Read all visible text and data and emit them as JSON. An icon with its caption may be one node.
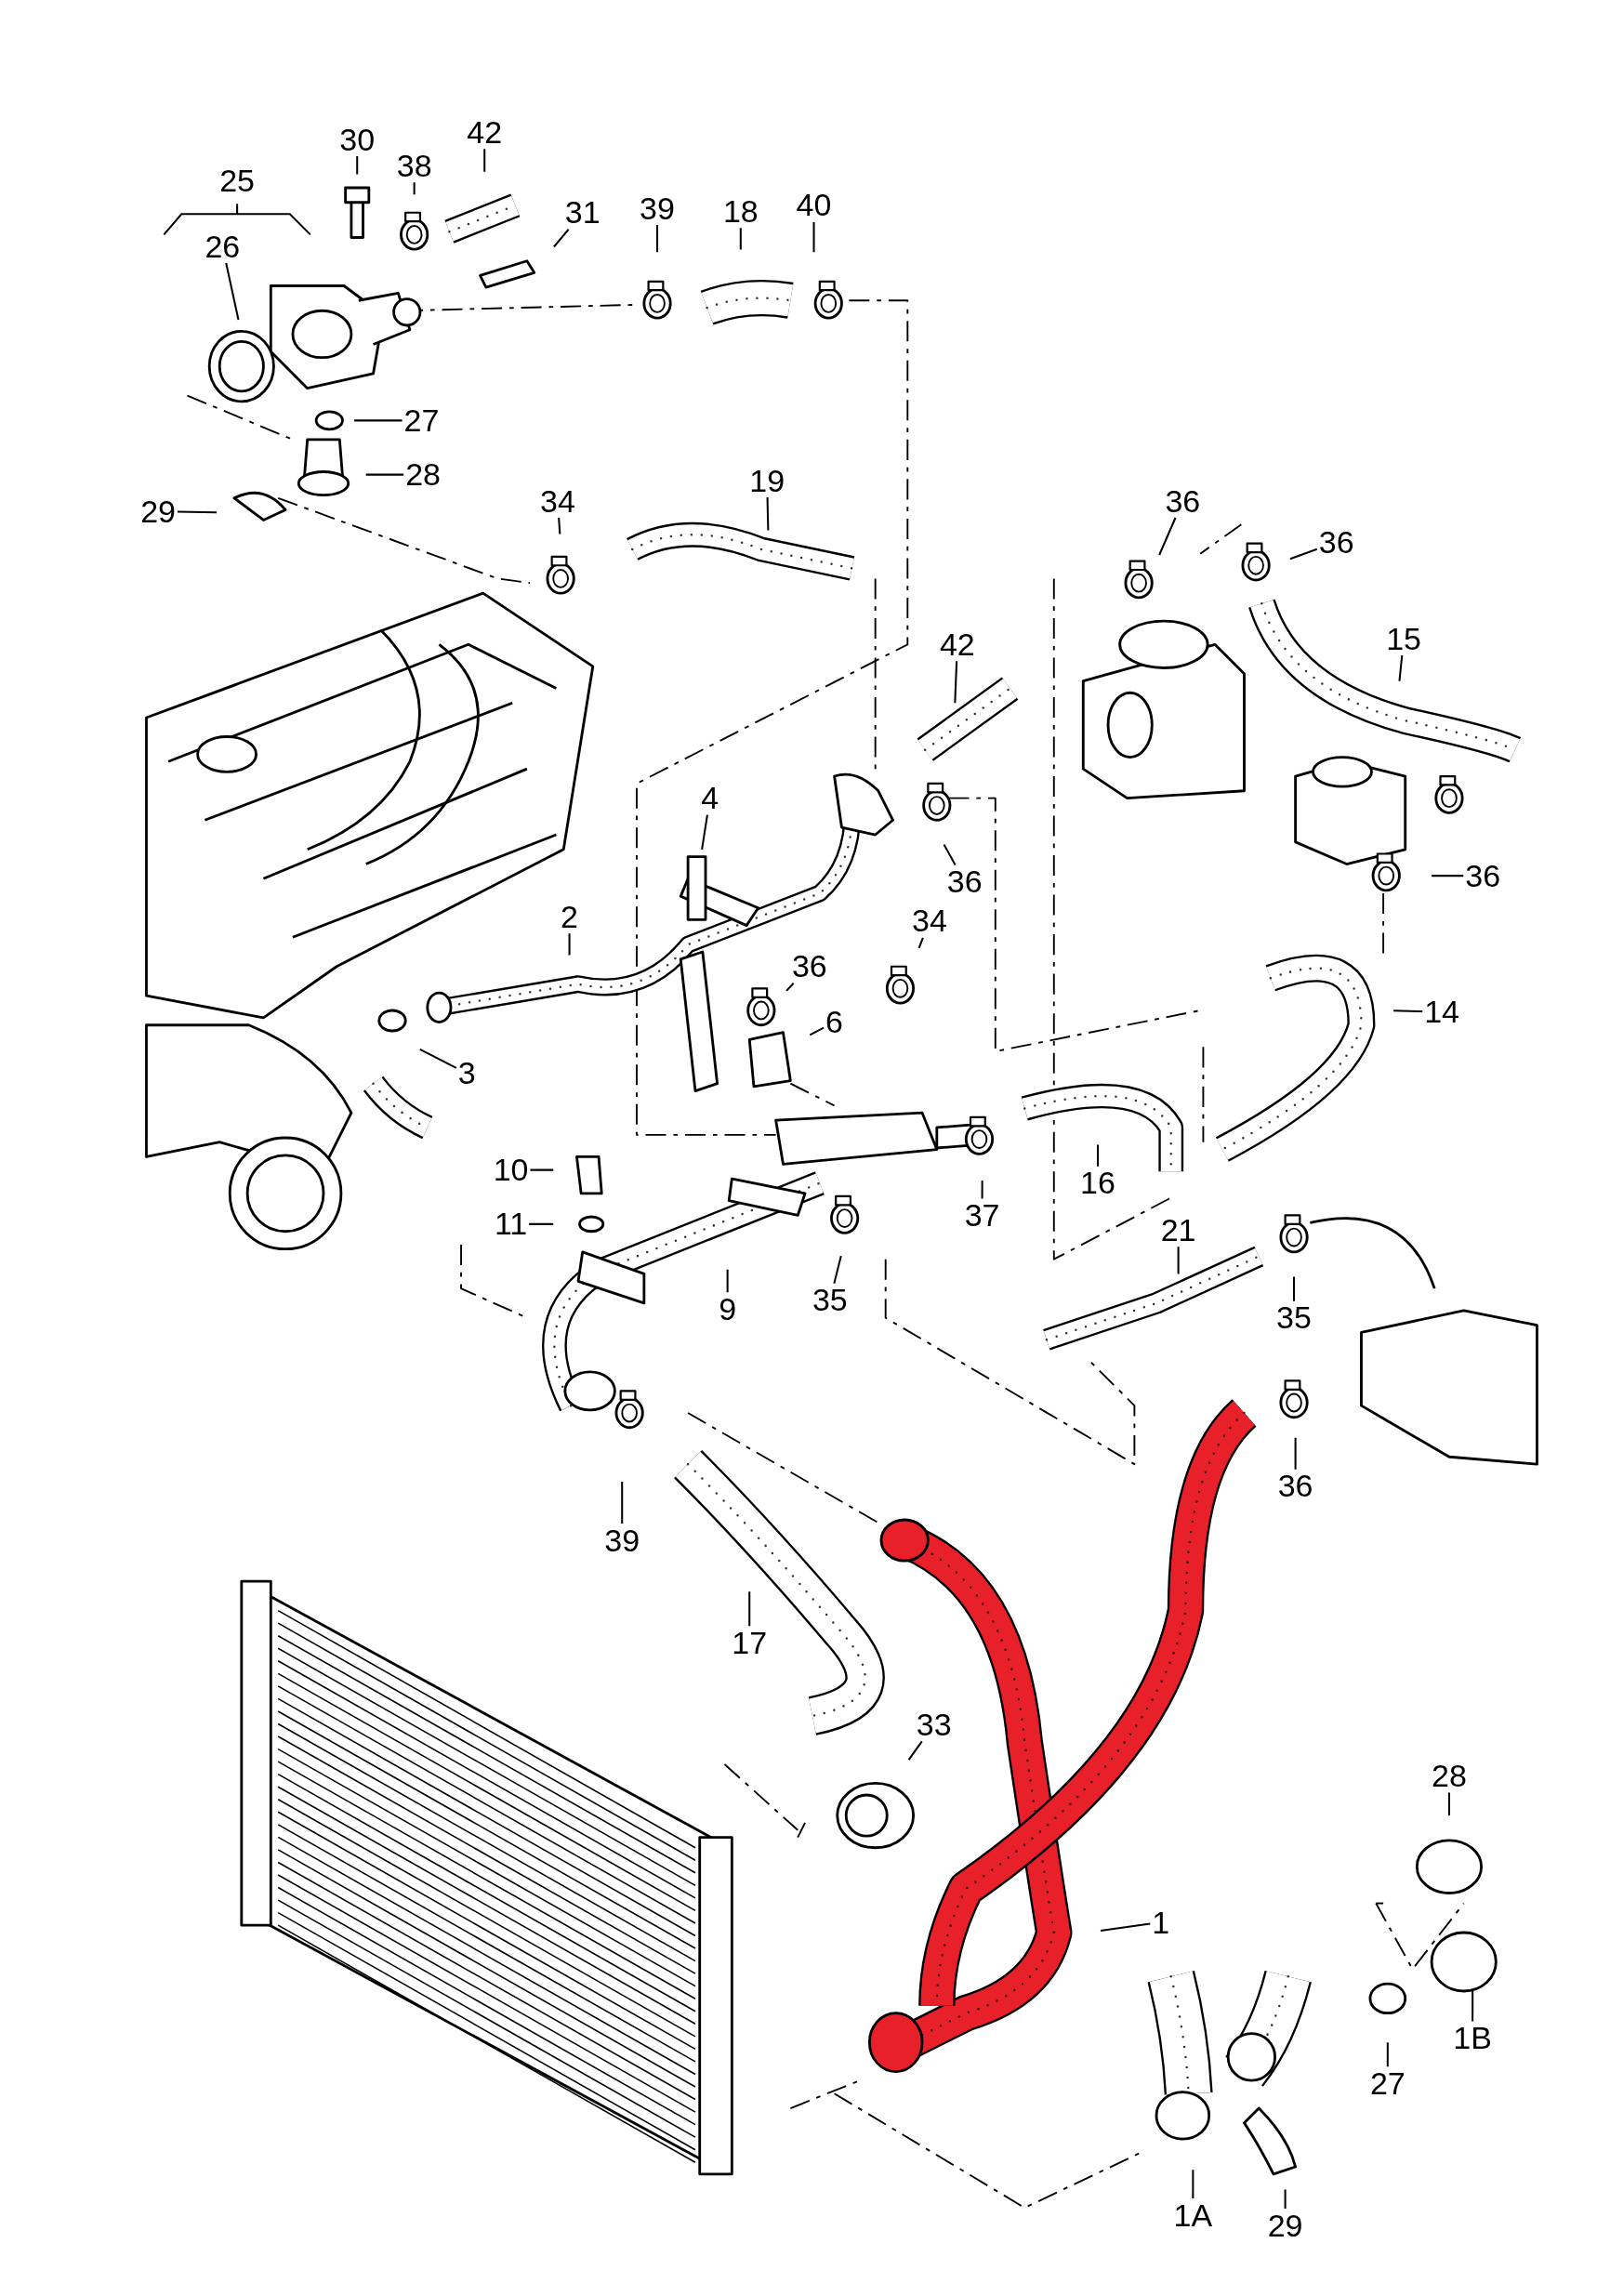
{
  "diagram": {
    "nodes": [
      {
        "text": [
          "30"
        ]
      },
      {
        "text": [
          "38"
        ]
      },
      {
        "text": [
          "42"
        ]
      },
      {
        "text": [
          "31"
        ]
      },
      {
        "text": [
          "39"
        ]
      },
      {
        "text": [
          "18"
        ]
      },
      {
        "text": [
          "40"
        ]
      },
      {
        "text": [
          "25"
        ]
      },
      {
        "text": [
          "26"
        ]
      },
      {
        "text": [
          "27"
        ]
      },
      {
        "text": [
          "28"
        ]
      },
      {
        "text": [
          "29"
        ]
      },
      {
        "text": [
          "34"
        ]
      },
      {
        "text": [
          "19"
        ]
      },
      {
        "text": [
          "36"
        ]
      },
      {
        "text": [
          "36"
        ]
      },
      {
        "text": [
          "15"
        ]
      },
      {
        "text": [
          "42"
        ]
      },
      {
        "text": [
          "4"
        ]
      },
      {
        "text": [
          "36"
        ]
      },
      {
        "text": [
          "36"
        ]
      },
      {
        "text": [
          "2"
        ]
      },
      {
        "text": [
          "34"
        ]
      },
      {
        "text": [
          "36"
        ]
      },
      {
        "text": [
          "6"
        ]
      },
      {
        "text": [
          "14"
        ]
      },
      {
        "text": [
          "3"
        ]
      },
      {
        "text": [
          "10"
        ]
      },
      {
        "text": [
          "11"
        ]
      },
      {
        "text": [
          "37"
        ]
      },
      {
        "text": [
          "16"
        ]
      },
      {
        "text": [
          "9"
        ]
      },
      {
        "text": [
          "35"
        ]
      },
      {
        "text": [
          "21"
        ]
      },
      {
        "text": [
          "35"
        ]
      },
      {
        "text": [
          "39"
        ]
      },
      {
        "text": [
          "36"
        ]
      },
      {
        "text": [
          "17"
        ]
      },
      {
        "text": [
          "33"
        ]
      },
      {
        "text": [
          "28"
        ]
      },
      {
        "text": [
          "1"
        ]
      },
      {
        "text": [
          "1B"
        ]
      },
      {
        "text": [
          "27"
        ]
      },
      {
        "text": [
          "1A"
        ]
      },
      {
        "text": [
          "29"
        ]
      }
    ],
    "edges": [
      {
        "from": 0,
        "to": null,
        "arrow": "none"
      },
      {
        "from": 1,
        "to": null,
        "arrow": "none"
      },
      {
        "from": 2,
        "to": null,
        "arrow": "none"
      },
      {
        "from": 3,
        "to": null,
        "arrow": "none"
      },
      {
        "from": 4,
        "to": null,
        "arrow": "none"
      },
      {
        "from": 5,
        "to": null,
        "arrow": "none"
      },
      {
        "from": 6,
        "to": null,
        "arrow": "none"
      },
      {
        "from": 8,
        "to": null,
        "arrow": "none"
      },
      {
        "from": 9,
        "to": null,
        "arrow": "none"
      },
      {
        "from": 10,
        "to": null,
        "arrow": "none"
      },
      {
        "from": 11,
        "to": null,
        "arrow": "none"
      },
      {
        "from": 12,
        "to": null,
        "arrow": "none"
      },
      {
        "from": 13,
        "to": null,
        "arrow": "none"
      },
      {
        "from": 14,
        "to": null,
        "arrow": "none"
      },
      {
        "from": 15,
        "to": null,
        "arrow": "none"
      },
      {
        "from": 16,
        "to": null,
        "arrow": "none"
      },
      {
        "from": 17,
        "to": null,
        "arrow": "none"
      },
      {
        "from": 18,
        "to": null,
        "arrow": "none"
      },
      {
        "from": 19,
        "to": null,
        "arrow": "none"
      },
      {
        "from": 20,
        "to": null,
        "arrow": "none"
      },
      {
        "from": 21,
        "to": null,
        "arrow": "none"
      },
      {
        "from": 22,
        "to": null,
        "arrow": "none"
      },
      {
        "from": 23,
        "to": null,
        "arrow": "none"
      },
      {
        "from": 24,
        "to": null,
        "arrow": "none"
      },
      {
        "from": 25,
        "to": null,
        "arrow": "none"
      },
      {
        "from": 26,
        "to": null,
        "arrow": "none"
      },
      {
        "from": 27,
        "to": null,
        "arrow": "none"
      },
      {
        "from": 28,
        "to": null,
        "arrow": "none"
      },
      {
        "from": 29,
        "to": null,
        "arrow": "none"
      },
      {
        "from": 30,
        "to": null,
        "arrow": "none"
      },
      {
        "from": 31,
        "to": null,
        "arrow": "none"
      },
      {
        "from": 32,
        "to": null,
        "arrow": "none"
      },
      {
        "from": 33,
        "to": null,
        "arrow": "none"
      },
      {
        "from": 34,
        "to": null,
        "arrow": "none"
      },
      {
        "from": 35,
        "to": null,
        "arrow": "none"
      },
      {
        "from": 36,
        "to": null,
        "arrow": "none"
      },
      {
        "from": 37,
        "to": null,
        "arrow": "none"
      },
      {
        "from": 38,
        "to": null,
        "arrow": "none"
      },
      {
        "from": 39,
        "to": null,
        "arrow": "none"
      },
      {
        "from": 40,
        "to": null,
        "arrow": "none"
      },
      {
        "from": 41,
        "to": null,
        "arrow": "none"
      },
      {
        "from": 42,
        "to": null,
        "arrow": "none"
      },
      {
        "from": 43,
        "to": null,
        "arrow": "none"
      },
      {
        "from": 44,
        "to": null,
        "arrow": "none"
      }
    ]
  }
}
